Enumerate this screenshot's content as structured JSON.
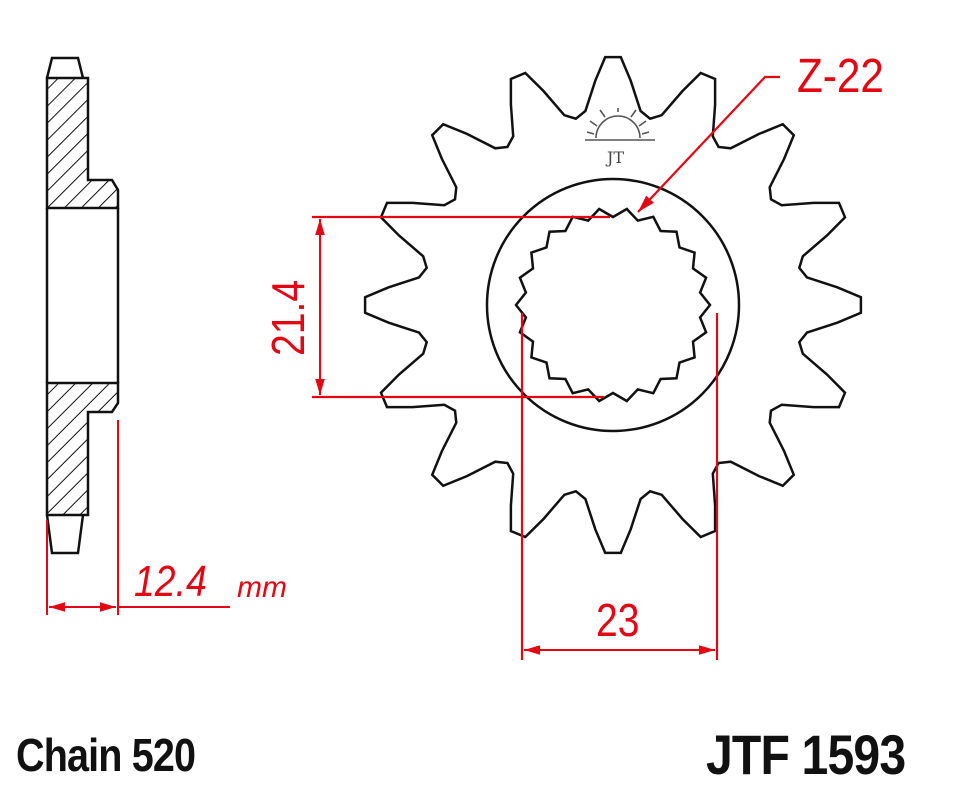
{
  "drawing": {
    "tooth_count_label": "Z-22",
    "spline_diameter_label": "21.4",
    "spline_width_label": "23",
    "thickness_value": "12.4",
    "thickness_unit": "mm",
    "sprocket_teeth_drawn": 16,
    "logo_icon": "jt-sprockets-sun-logo"
  },
  "footer": {
    "chain_label": "Chain 520",
    "part_number": "JTF 1593"
  },
  "colors": {
    "dimension": "#e30613",
    "outline": "#111111",
    "background": "#ffffff"
  }
}
